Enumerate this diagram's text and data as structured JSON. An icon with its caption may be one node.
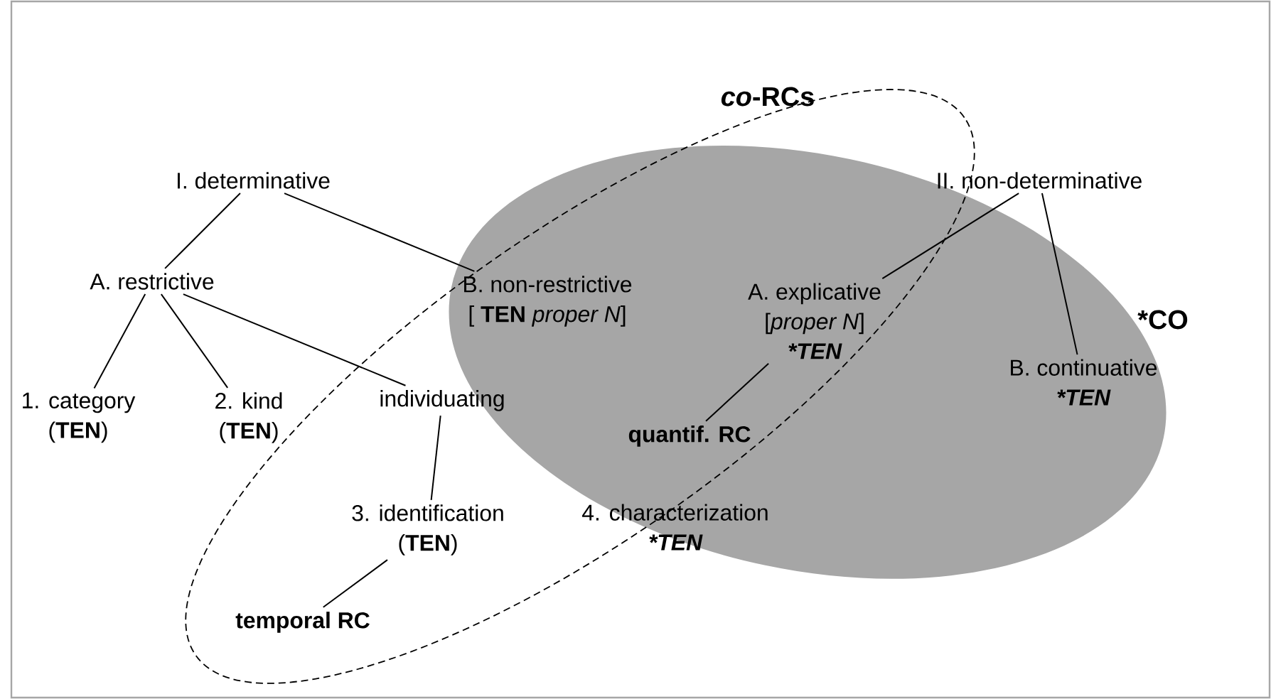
{
  "diagram": {
    "nodes": [
      {
        "text": [
          "I. determinative"
        ]
      },
      {
        "text": [
          "II. non-determinative"
        ]
      },
      {
        "text": [
          "A. restrictive"
        ]
      },
      {
        "text": [
          "B. non-restrictive",
          "[ **TEN** *proper N*]"
        ]
      },
      {
        "text": [
          "A. explicative",
          "[*proper N*]",
          "*TEN"
        ]
      },
      {
        "text": [
          "B. continuative",
          "*TEN"
        ]
      },
      {
        "text": [
          "1. category",
          "(**TEN**)"
        ]
      },
      {
        "text": [
          "2. kind",
          "(**TEN**)"
        ]
      },
      {
        "text": [
          "individuating"
        ]
      },
      {
        "text": [
          "quantif. RC"
        ]
      },
      {
        "text": [
          "3. identification",
          "(**TEN**)"
        ]
      },
      {
        "text": [
          "4. characterization",
          "*TEN"
        ]
      },
      {
        "text": [
          "temporal RC"
        ]
      }
    ],
    "edges": [
      {
        "from": 0,
        "to": 2,
        "arrow": "none"
      },
      {
        "from": 0,
        "to": 3,
        "arrow": "none"
      },
      {
        "from": 1,
        "to": 4,
        "arrow": "none"
      },
      {
        "from": 1,
        "to": 5,
        "arrow": "none"
      },
      {
        "from": 2,
        "to": 6,
        "arrow": "none"
      },
      {
        "from": 2,
        "to": 7,
        "arrow": "none"
      },
      {
        "from": 2,
        "to": 8,
        "arrow": "none"
      },
      {
        "from": 4,
        "to": 9,
        "arrow": "none"
      },
      {
        "from": 8,
        "to": 10,
        "arrow": "none"
      },
      {
        "from": 10,
        "to": 12,
        "arrow": "none"
      }
    ],
    "labels": [
      "*co*-RCs",
      "*CO"
    ]
  }
}
